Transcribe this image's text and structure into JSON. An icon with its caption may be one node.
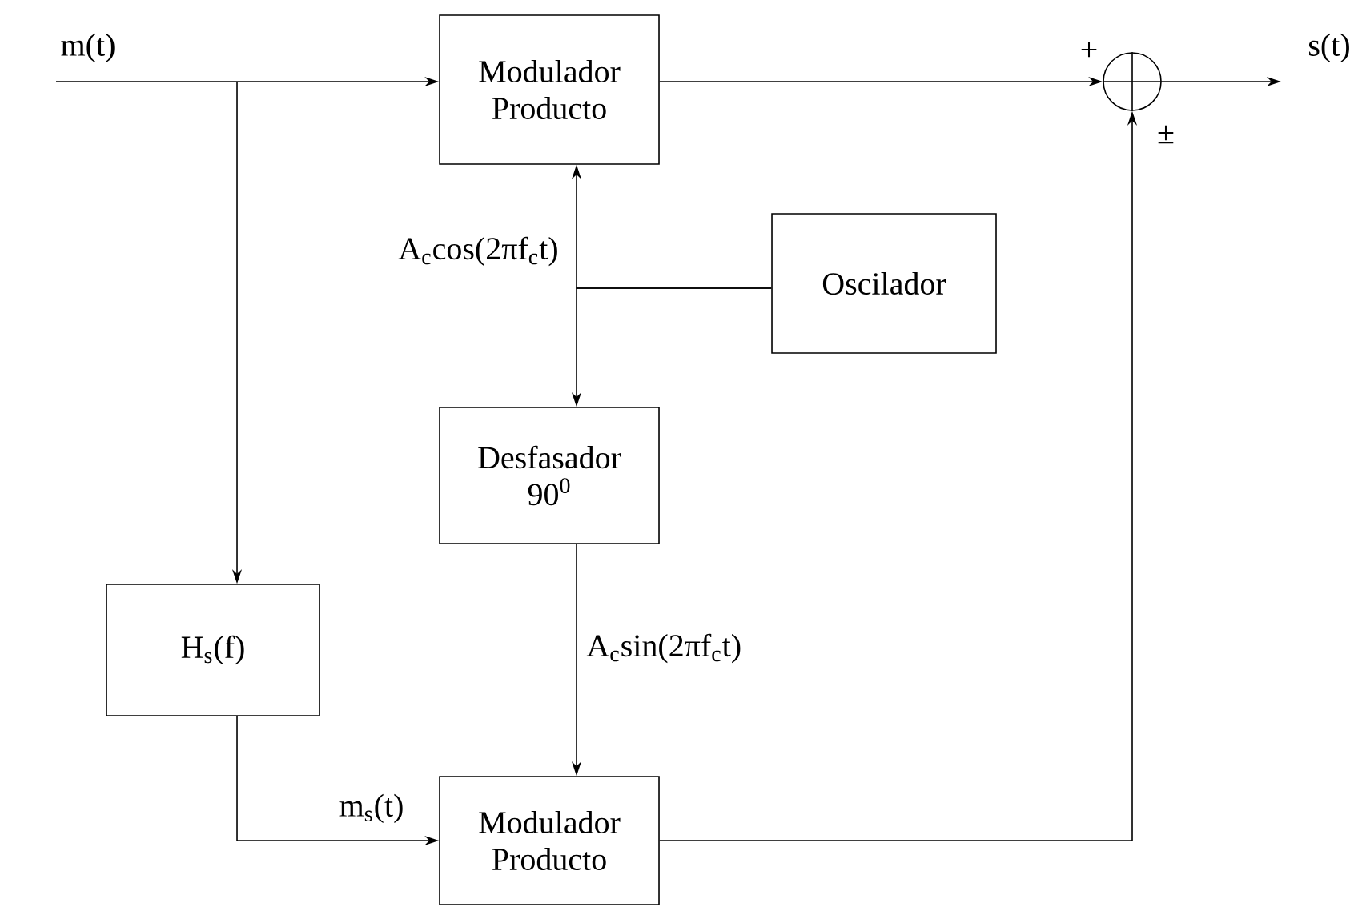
{
  "diagram": {
    "nodes": [
      {
        "text": [
          "Modulador Producto"
        ]
      },
      {
        "text": [
          "Oscilador"
        ]
      },
      {
        "text": [
          "Desfasador 90$^{0}$"
        ]
      },
      {
        "text": [
          "H$_{s}$(f)"
        ]
      },
      {
        "text": [
          "Modulador Producto"
        ]
      },
      {
        "text": [],
        "shape": "circle"
      }
    ],
    "edges": [
      {
        "from": null,
        "to": 0,
        "arrow": "to",
        "label": "m(t)"
      },
      {
        "from": null,
        "to": 3,
        "arrow": "to"
      },
      {
        "from": 1,
        "to": 0,
        "arrow": "to",
        "label": "A$_{c}$cos(2πf$_{c}$t)"
      },
      {
        "from": 1,
        "to": 2,
        "arrow": "to"
      },
      {
        "from": 2,
        "to": 4,
        "arrow": "to",
        "label": "A$_{c}$sin(2πf$_{c}$t)"
      },
      {
        "from": 3,
        "to": 4,
        "arrow": "to",
        "label": "m$_{s}$(t)"
      },
      {
        "from": 0,
        "to": 5,
        "arrow": "to"
      },
      {
        "from": 4,
        "to": 5,
        "arrow": "to"
      },
      {
        "from": 5,
        "to": null,
        "arrow": "to",
        "label": "s(t)"
      }
    ],
    "labels": [
      "+",
      "±"
    ]
  }
}
